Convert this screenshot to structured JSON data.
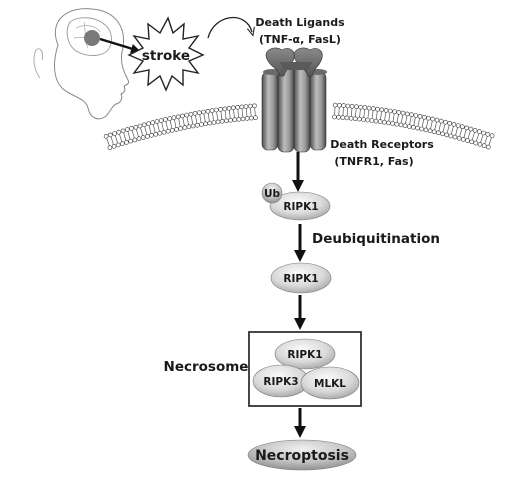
{
  "labels": {
    "stroke": "stroke",
    "death_ligands_title": "Death Ligands",
    "death_ligands_examples": "(TNF-α, FasL)",
    "death_receptors_title": "Death Receptors",
    "death_receptors_examples": "(TNFR1, Fas)",
    "ubiquitin": "Ub",
    "ripk1_ubiquitinated": "RIPK1",
    "deubiquitination": "Deubiquitination",
    "ripk1_free": "RIPK1",
    "necrosome": "Necrosome",
    "necrosome_ripk1": "RIPK1",
    "necrosome_ripk3": "RIPK3",
    "necrosome_mlkl": "MLKL",
    "necroptosis": "Necroptosis"
  },
  "colors": {
    "node_fill_light": "#f4f4f4",
    "node_fill_dark": "#a9a9a9",
    "arrow": "#111111",
    "receptor_dark": "#5a5a5a",
    "receptor_light": "#c9c9c9",
    "brain_spot": "#7a7a7a"
  },
  "icons": {
    "head": "brain-head-icon",
    "stroke_burst": "stroke-burst-icon",
    "curved_arrow": "curved-arrow-icon"
  }
}
